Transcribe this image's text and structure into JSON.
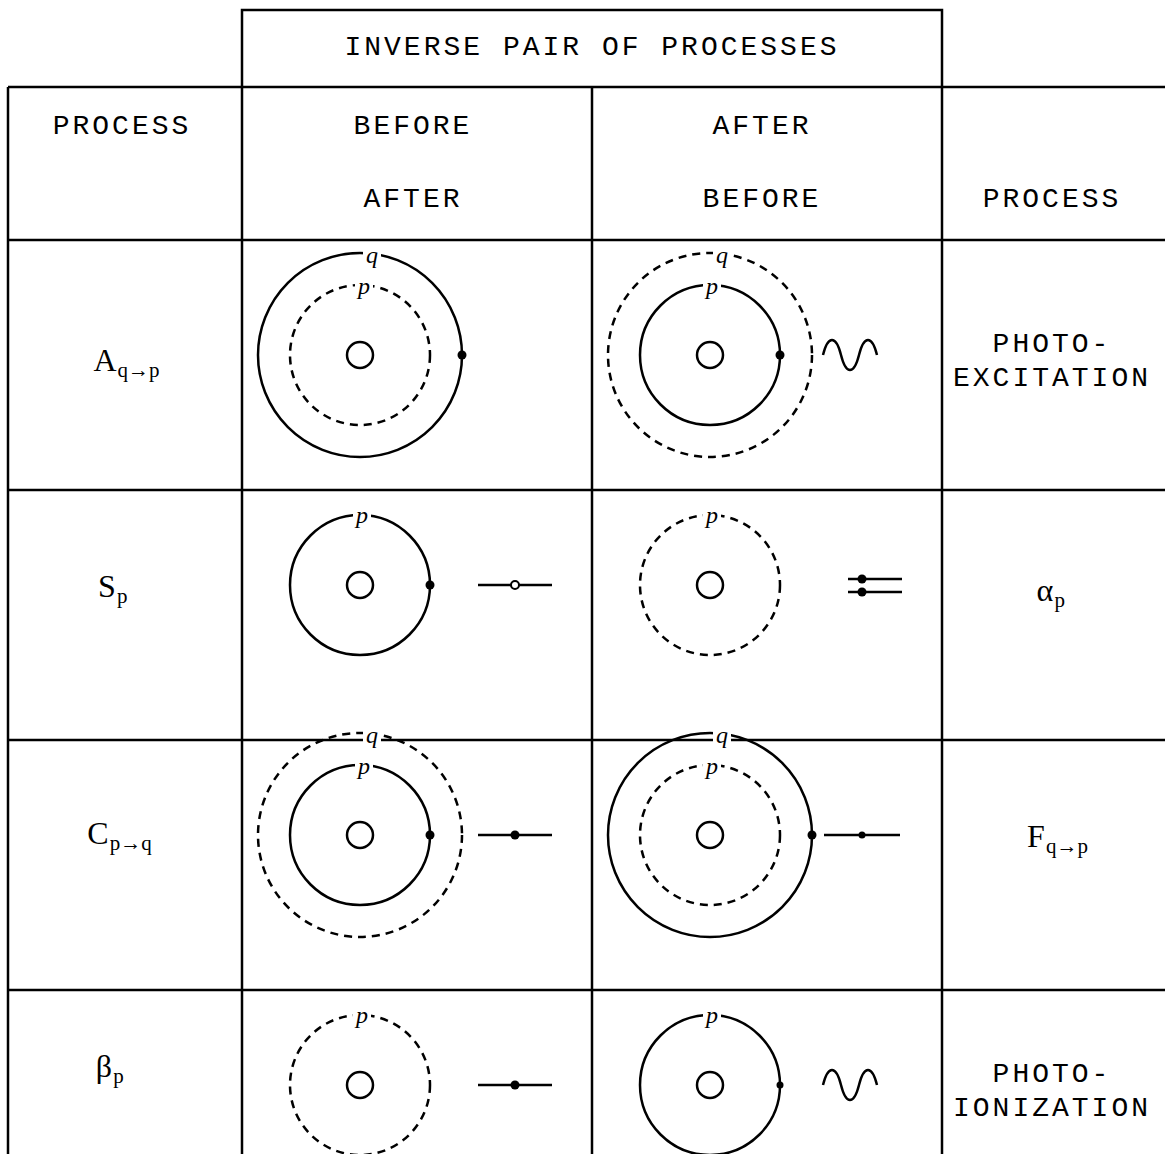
{
  "diagram": {
    "labels": [
      "INVERSE PAIR OF PROCESSES",
      "PROCESS",
      "BEFORE",
      "AFTER",
      "AFTER",
      "BEFORE",
      "PROCESS",
      "A",
      "q→p",
      "q",
      "p",
      "q",
      "p",
      "PHOTO- EXCITATION",
      "S",
      "p",
      "p",
      "p",
      "α",
      "p",
      "C",
      "p→q",
      "q",
      "p",
      "q",
      "p",
      "F",
      "q→p",
      "β",
      "p",
      "p",
      "p",
      "PHOTO- IONIZATION"
    ]
  }
}
